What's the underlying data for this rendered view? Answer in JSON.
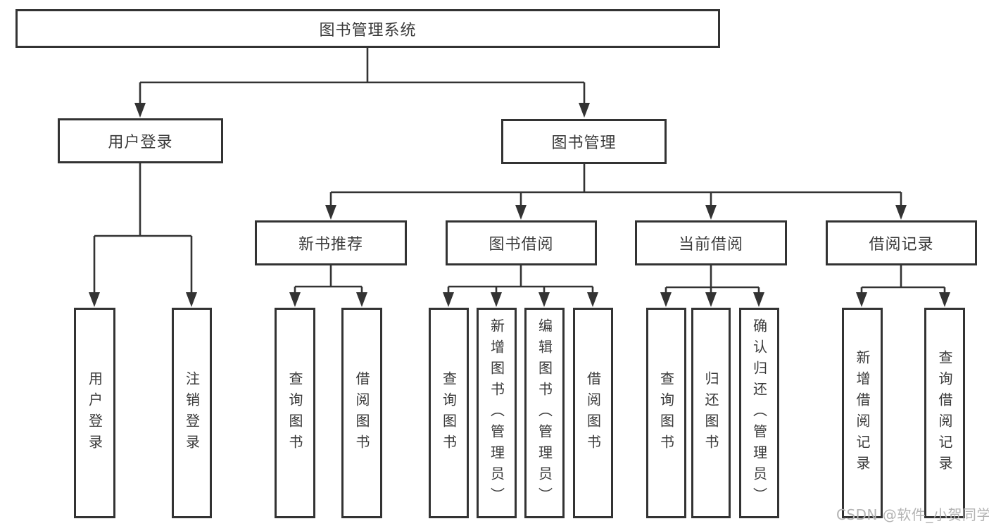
{
  "tree": {
    "root": {
      "label": "图书管理系统"
    },
    "branches": [
      {
        "label": "用户登录",
        "children": [
          {
            "label": "用户登录"
          },
          {
            "label": "注销登录"
          }
        ]
      },
      {
        "label": "图书管理",
        "children": [
          {
            "label": "新书推荐",
            "children": [
              {
                "label": "查询图书"
              },
              {
                "label": "借阅图书"
              }
            ]
          },
          {
            "label": "图书借阅",
            "children": [
              {
                "label": "查询图书"
              },
              {
                "label": "新增图书（管理员）"
              },
              {
                "label": "编辑图书（管理员）"
              },
              {
                "label": "借阅图书"
              }
            ]
          },
          {
            "label": "当前借阅",
            "children": [
              {
                "label": "查询图书"
              },
              {
                "label": "归还图书"
              },
              {
                "label": "确认归还（管理员）"
              }
            ]
          },
          {
            "label": "借阅记录",
            "children": [
              {
                "label": "新增借阅记录"
              },
              {
                "label": "查询借阅记录"
              }
            ]
          }
        ]
      }
    ]
  },
  "watermark": "CSDN @软件_小贺同学",
  "colors": {
    "line": "#333333",
    "border": "#333333",
    "text": "#3a3a3a",
    "background": "#ffffff",
    "watermark": "#b3b3b3"
  }
}
